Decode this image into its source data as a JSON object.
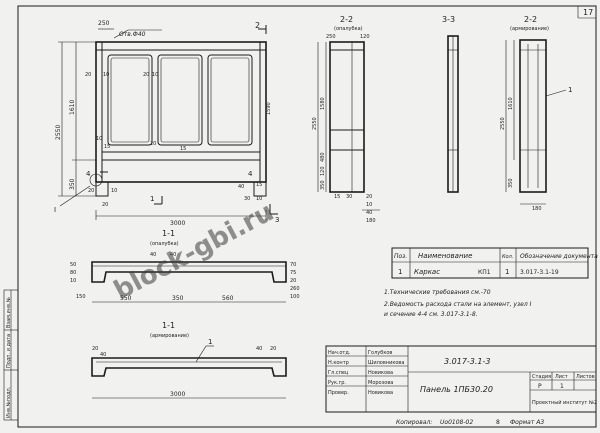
{
  "sheet": {
    "page_number": "17"
  },
  "views": {
    "front_dims": {
      "top_left": "250",
      "hole": "Отв.Ф40",
      "f20a": "20",
      "f10a": "10",
      "f20b": "20",
      "f10b": "10",
      "h1610": "1610",
      "h1590": "1590",
      "h2550": "2550",
      "h350": "350",
      "m10": "10",
      "m15a": "15",
      "m20": "20",
      "m15b": "15",
      "b20": "20",
      "b10": "10",
      "bot20": "20",
      "label_I": "I",
      "w3000": "3000",
      "r30": "30",
      "r10": "10",
      "r15": "15",
      "r40": "40",
      "sec11": "1",
      "sec12": "1",
      "sec22": "2",
      "sec33": "3",
      "sec33b": "3",
      "sec44": "4",
      "sec44b": "4"
    },
    "section_22_form": {
      "title": "2-2",
      "sub": "(опалубка)",
      "w250": "250",
      "w120": "120",
      "h2550": "2550",
      "h1580": "1580",
      "h480": "480",
      "h120": "120",
      "h350": "350",
      "b15": "15",
      "b30": "30",
      "b20": "20",
      "b10": "10",
      "b40": "40",
      "b180": "180"
    },
    "section_33": {
      "title": "3-3"
    },
    "section_22_arm": {
      "title": "2-2",
      "sub": "(армирование)",
      "callout": "1",
      "h1610": "1610",
      "h2550": "2550",
      "h350": "350",
      "b180": "180"
    },
    "section_11_form": {
      "title": "1-1",
      "sub": "(опалубка)",
      "t40a": "40",
      "t40b": "40",
      "l50": "50",
      "l80": "80",
      "l10": "10",
      "a150": "150",
      "s550": "550",
      "s350": "350",
      "s560": "560",
      "r70": "70",
      "r75": "75",
      "r20": "20",
      "r260": "260",
      "r100": "100"
    },
    "section_11_arm": {
      "title": "1-1",
      "sub": "(армирование)",
      "callout": "1",
      "l20": "20",
      "l40": "40",
      "r40": "40",
      "r20": "20",
      "w3000": "3000"
    }
  },
  "spec_table": {
    "headers": [
      "Поз.",
      "Наименование",
      "Кол.",
      "Обозначение документа"
    ],
    "rows": [
      {
        "pos": "1",
        "name": "Каркас",
        "mark": "КП1",
        "qty": "1",
        "doc": "3.017-3.1-19"
      }
    ]
  },
  "notes": [
    "1.Технические требования см.-70",
    "2.Ведомость расхода стали на элемент, узел I",
    "и сечение 4-4 см. 3.017-3.1-8."
  ],
  "title_block": {
    "roles": [
      "Нач.отд.",
      "Н.контр",
      "Гл.спец",
      "Рук.гр.",
      "Провер."
    ],
    "names": [
      "Голубков",
      "Шиловникова",
      "Новикова",
      "Морозова",
      "Новикова"
    ],
    "doc_code": "3.017-3.1-3",
    "item_name": "Панель 1ПБ30.20",
    "stage_h": "Стадия",
    "sheet_h": "Лист",
    "sheets_h": "Листов",
    "stage_v": "Р",
    "sheet_v": "1",
    "org": "Проектный институт №2",
    "copied": "Копировал:",
    "copier": "Uo0108-02",
    "format": "Формат А3",
    "format_num": "8"
  },
  "side_stamp": [
    "Инв.№подл.",
    "Подп. и дата",
    "Взам.инв.№"
  ],
  "watermark": "block-gbi.ru"
}
